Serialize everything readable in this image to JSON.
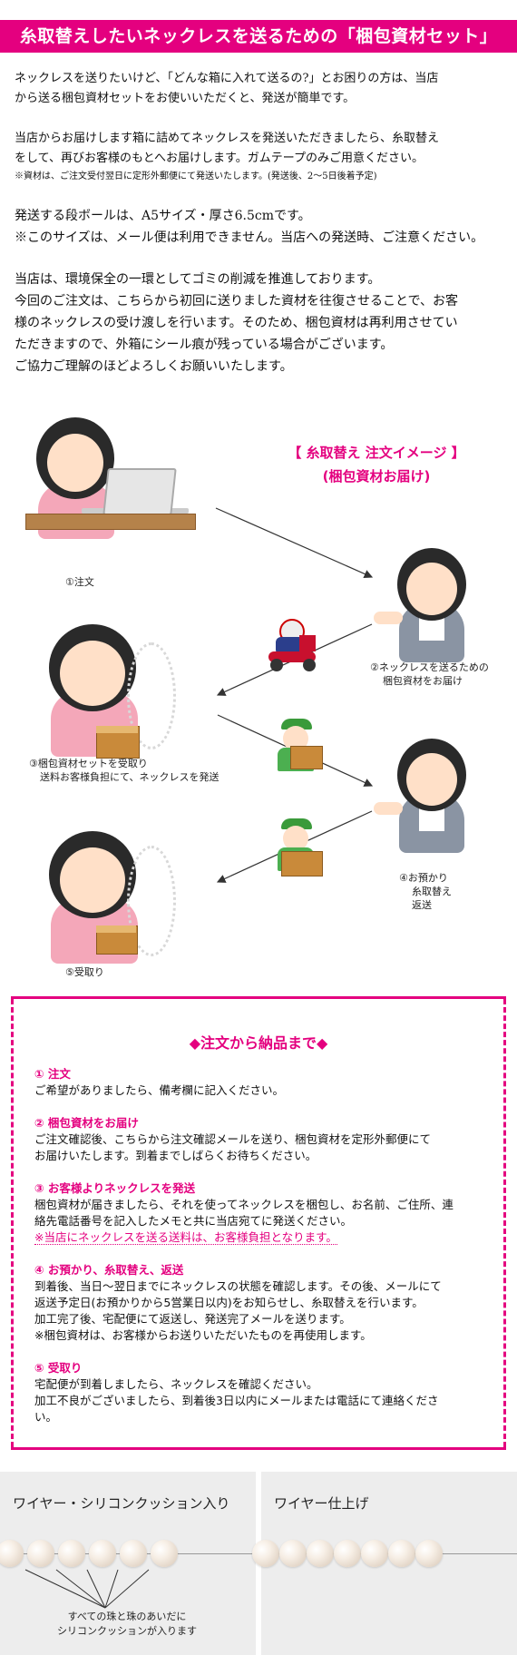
{
  "header": {
    "title": "糸取替えしたいネックレスを送るための「梱包資材セット」"
  },
  "intro": {
    "p1": [
      "ネックレスを送りたいけど、「どんな箱に入れて送るの?」とお困りの方は、当店",
      "から送る梱包資材セットをお使いいただくと、発送が簡単です。"
    ],
    "p2": [
      "当店からお届けします箱に詰めてネックレスを発送いただきましたら、糸取替え",
      "をして、再びお客様のもとへお届けします。ガムテープのみご用意ください。"
    ],
    "p2_note": "※資材は、ご注文受付翌日に定形外郵便にて発送いたします。(発送後、2〜5日後着予定)",
    "p3": [
      "発送する段ボールは、A5サイズ・厚さ6.5cmです。",
      "※このサイズは、メール便は利用できません。当店への発送時、ご注意ください。"
    ],
    "p4": [
      "当店は、環境保全の一環としてゴミの削減を推進しております。",
      "今回のご注文は、こちらから初回に送りました資材を往復させることで、お客",
      "様のネックレスの受け渡しを行います。そのため、梱包資材は再利用させてい",
      "ただきますので、外箱にシール痕が残っている場合がございます。",
      "ご協力ご理解のほどよろしくお願いいたします。"
    ]
  },
  "figure": {
    "title": "【 糸取替え 注文イメージ 】",
    "subtitle": "(梱包資材お届け)",
    "captions": {
      "c1": "①注文",
      "c2": [
        "②ネックレスを送るための",
        "梱包資材をお届け"
      ],
      "c3": [
        "③梱包資材セットを受取り",
        "送料お客様負担にて、ネックレスを発送"
      ],
      "c4": [
        "④お預かり",
        "糸取替え",
        "返送"
      ],
      "c5": "⑤受取り"
    }
  },
  "process": {
    "title": "◆注文から納品まで◆",
    "steps": [
      {
        "title": "① 注文",
        "lines": [
          "ご希望がありましたら、備考欄に記入ください。"
        ]
      },
      {
        "title": "② 梱包資材をお届け",
        "lines": [
          "ご注文確認後、こちらから注文確認メールを送り、梱包資材を定形外郵便にて",
          "お届けいたします。到着までしばらくお待ちください。"
        ]
      },
      {
        "title": "③ お客様よりネックレスを発送",
        "lines": [
          "梱包資材が届きましたら、それを使ってネックレスを梱包し、お名前、ご住所、連",
          "絡先電話番号を記入したメモと共に当店宛てに発送ください。"
        ],
        "note": "※当店にネックレスを送る送料は、お客様負担となります。"
      },
      {
        "title": "④ お預かり、糸取替え、返送",
        "lines": [
          "到着後、当日〜翌日までにネックレスの状態を確認します。その後、メールにて",
          "返送予定日(お預かりから5営業日以内)をお知らせし、糸取替えを行います。",
          "加工完了後、宅配便にて返送し、発送完了メールを送ります。",
          "※梱包資材は、お客様からお送りいただいたものを再使用します。"
        ]
      },
      {
        "title": "⑤ 受取り",
        "lines": [
          "宅配便が到着しましたら、ネックレスを確認ください。",
          "加工不良がございましたら、到着後3日以内にメールまたは電話にて連絡くださ",
          "い。"
        ]
      }
    ]
  },
  "panels": {
    "left_title": "ワイヤー・シリコンクッション入り",
    "left_note": [
      "すべての珠と珠のあいだに",
      "シリコンクッションが入ります"
    ],
    "right_title": "ワイヤー仕上げ"
  }
}
